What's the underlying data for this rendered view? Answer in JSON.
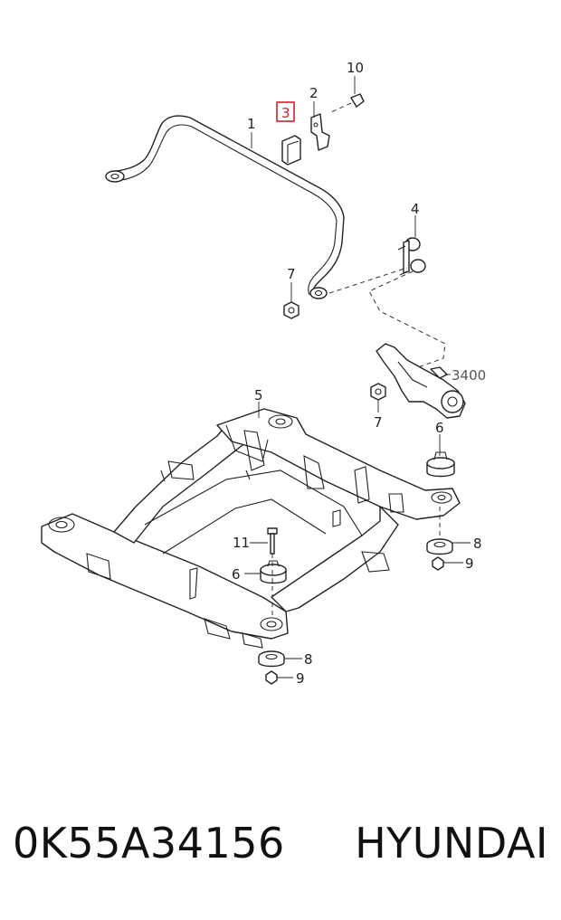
{
  "callouts": {
    "c1": "1",
    "c2": "2",
    "c3": "3",
    "c4": "4",
    "c5": "5",
    "c6a": "6",
    "c6b": "6",
    "c7a": "7",
    "c7b": "7",
    "c8a": "8",
    "c8b": "8",
    "c9a": "9",
    "c9b": "9",
    "c10": "10",
    "c11": "11",
    "ref": "3400"
  },
  "highlight_color": "#d61f2c",
  "footer": {
    "part_number": "0K55A34156",
    "brand": "HYUNDAI"
  }
}
